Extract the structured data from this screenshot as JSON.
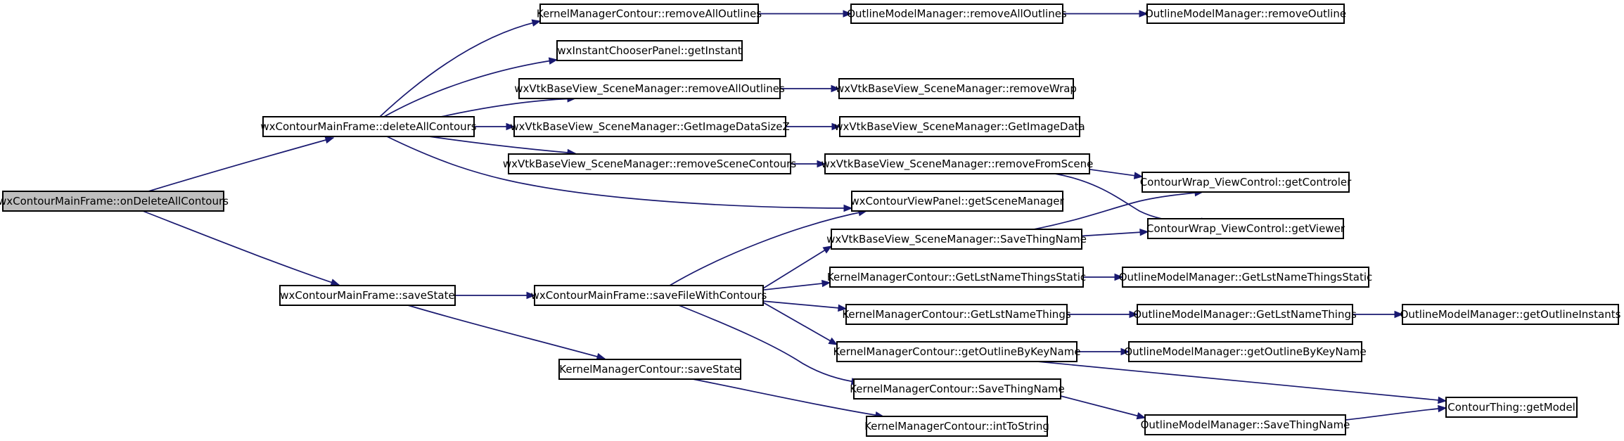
{
  "diagram": {
    "title": "",
    "nodes": [
      {
        "id": "onDelete",
        "label": "wxContourMainFrame::onDeleteAllContours",
        "highlighted": true
      },
      {
        "id": "deleteAll",
        "label": "wxContourMainFrame::deleteAllContours"
      },
      {
        "id": "saveState",
        "label": "wxContourMainFrame::saveState"
      },
      {
        "id": "kmcRemoveAll",
        "label": "KernelManagerContour::removeAllOutlines"
      },
      {
        "id": "instChooser",
        "label": "wxInstantChooserPanel::getInstant"
      },
      {
        "id": "smRemoveAll",
        "label": "wxVtkBaseView_SceneManager::removeAllOutlines"
      },
      {
        "id": "smGetImgZ",
        "label": "wxVtkBaseView_SceneManager::GetImageDataSizeZ"
      },
      {
        "id": "smRemoveScene",
        "label": "wxVtkBaseView_SceneManager::removeSceneContours"
      },
      {
        "id": "saveFile",
        "label": "wxContourMainFrame::saveFileWithContours"
      },
      {
        "id": "kmcSaveState",
        "label": "KernelManagerContour::saveState"
      },
      {
        "id": "omRemoveAll",
        "label": "OutlineModelManager::removeAllOutlines"
      },
      {
        "id": "omRemoveOutline",
        "label": "OutlineModelManager::removeOutline"
      },
      {
        "id": "smRemoveWrap",
        "label": "wxVtkBaseView_SceneManager::removeWrap"
      },
      {
        "id": "smGetImg",
        "label": "wxVtkBaseView_SceneManager::GetImageData"
      },
      {
        "id": "smRemoveFromScene",
        "label": "wxVtkBaseView_SceneManager::removeFromScene"
      },
      {
        "id": "cvpGetSM",
        "label": "wxContourViewPanel::getSceneManager"
      },
      {
        "id": "smSaveThing",
        "label": "wxVtkBaseView_SceneManager::SaveThingName"
      },
      {
        "id": "kmcLstStatic",
        "label": "KernelManagerContour::GetLstNameThingsStatic"
      },
      {
        "id": "kmcLst",
        "label": "KernelManagerContour::GetLstNameThings"
      },
      {
        "id": "kmcGetOutline",
        "label": "KernelManagerContour::getOutlineByKeyName"
      },
      {
        "id": "kmcSaveThing",
        "label": "KernelManagerContour::SaveThingName"
      },
      {
        "id": "kmcIntToStr",
        "label": "KernelManagerContour::intToString"
      },
      {
        "id": "cwGetCtrl",
        "label": "ContourWrap_ViewControl::getControler"
      },
      {
        "id": "cwGetViewer",
        "label": "ContourWrap_ViewControl::getViewer"
      },
      {
        "id": "omLstStatic",
        "label": "OutlineModelManager::GetLstNameThingsStatic"
      },
      {
        "id": "omLst",
        "label": "OutlineModelManager::GetLstNameThings"
      },
      {
        "id": "omGetOutline",
        "label": "OutlineModelManager::getOutlineByKeyName"
      },
      {
        "id": "omSaveThing",
        "label": "OutlineModelManager::SaveThingName"
      },
      {
        "id": "omGetInstants",
        "label": "OutlineModelManager::getOutlineInstants"
      },
      {
        "id": "ctGetModel",
        "label": "ContourThing::getModel"
      }
    ],
    "edges": [
      {
        "from": "onDelete",
        "to": "deleteAll"
      },
      {
        "from": "onDelete",
        "to": "saveState"
      },
      {
        "from": "deleteAll",
        "to": "kmcRemoveAll"
      },
      {
        "from": "deleteAll",
        "to": "instChooser"
      },
      {
        "from": "deleteAll",
        "to": "smRemoveAll"
      },
      {
        "from": "deleteAll",
        "to": "smGetImgZ"
      },
      {
        "from": "deleteAll",
        "to": "smRemoveScene"
      },
      {
        "from": "deleteAll",
        "to": "cvpGetSM"
      },
      {
        "from": "kmcRemoveAll",
        "to": "omRemoveAll"
      },
      {
        "from": "omRemoveAll",
        "to": "omRemoveOutline"
      },
      {
        "from": "smRemoveAll",
        "to": "smRemoveWrap"
      },
      {
        "from": "smGetImgZ",
        "to": "smGetImg"
      },
      {
        "from": "smRemoveScene",
        "to": "smRemoveFromScene"
      },
      {
        "from": "smRemoveFromScene",
        "to": "cwGetCtrl"
      },
      {
        "from": "smRemoveFromScene",
        "to": "cwGetViewer"
      },
      {
        "from": "saveState",
        "to": "saveFile"
      },
      {
        "from": "saveState",
        "to": "kmcSaveState"
      },
      {
        "from": "saveFile",
        "to": "cvpGetSM"
      },
      {
        "from": "saveFile",
        "to": "smSaveThing"
      },
      {
        "from": "saveFile",
        "to": "kmcLstStatic"
      },
      {
        "from": "saveFile",
        "to": "kmcLst"
      },
      {
        "from": "saveFile",
        "to": "kmcGetOutline"
      },
      {
        "from": "saveFile",
        "to": "kmcSaveThing"
      },
      {
        "from": "smSaveThing",
        "to": "cwGetCtrl"
      },
      {
        "from": "smSaveThing",
        "to": "cwGetViewer"
      },
      {
        "from": "kmcLstStatic",
        "to": "omLstStatic"
      },
      {
        "from": "kmcLst",
        "to": "omLst"
      },
      {
        "from": "omLst",
        "to": "omGetInstants"
      },
      {
        "from": "kmcGetOutline",
        "to": "omGetOutline"
      },
      {
        "from": "kmcGetOutline",
        "to": "ctGetModel"
      },
      {
        "from": "kmcSaveThing",
        "to": "omSaveThing"
      },
      {
        "from": "omSaveThing",
        "to": "ctGetModel"
      },
      {
        "from": "kmcSaveState",
        "to": "kmcIntToStr"
      }
    ]
  }
}
